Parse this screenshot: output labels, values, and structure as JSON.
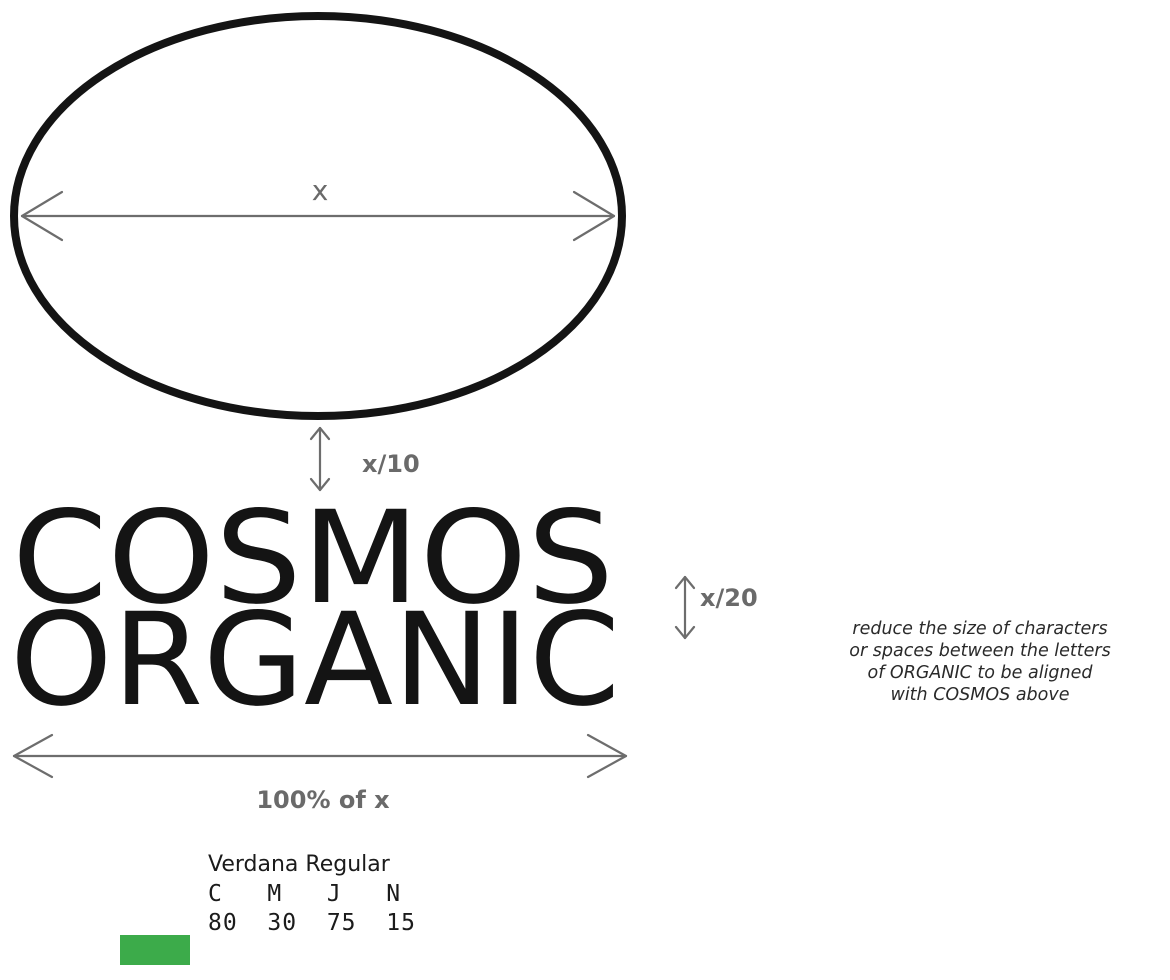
{
  "labels": {
    "ellipse_width": "x",
    "gap_to_text": "x/10",
    "line_spacing": "x/20",
    "text_width": "100% of x"
  },
  "wordmark": {
    "line1": "COSMOS",
    "line2": "ORGANIC"
  },
  "note": [
    "reduce the size of characters",
    "or spaces between the letters",
    "of ORGANIC to be aligned",
    "with COSMOS above"
  ],
  "color_spec": {
    "font": "Verdana Regular",
    "channel_names": [
      "C",
      "M",
      "J",
      "N"
    ],
    "channel_values": [
      "80",
      "30",
      "75",
      "15"
    ],
    "swatch_color": "#3cab4a"
  }
}
